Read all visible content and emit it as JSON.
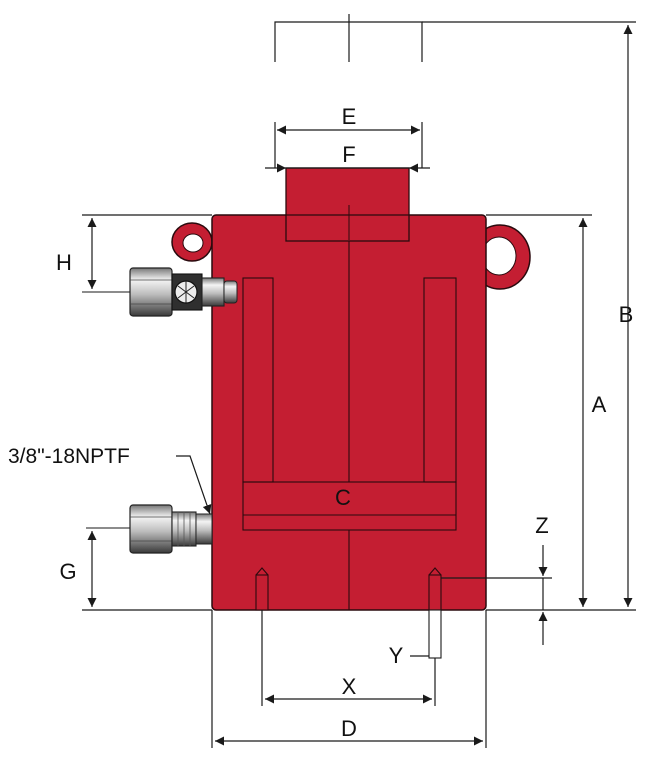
{
  "labels": {
    "a": "A",
    "b": "B",
    "c": "C",
    "d": "D",
    "e": "E",
    "f": "F",
    "g": "G",
    "h": "H",
    "x": "X",
    "y": "Y",
    "z": "Z",
    "port": "3/8\"-18NPTF"
  },
  "colors": {
    "body": "#c41e32",
    "outline": "#2a0a0e",
    "coupler_light": "#eeeeee",
    "coupler_dark": "#2b2b2b"
  }
}
